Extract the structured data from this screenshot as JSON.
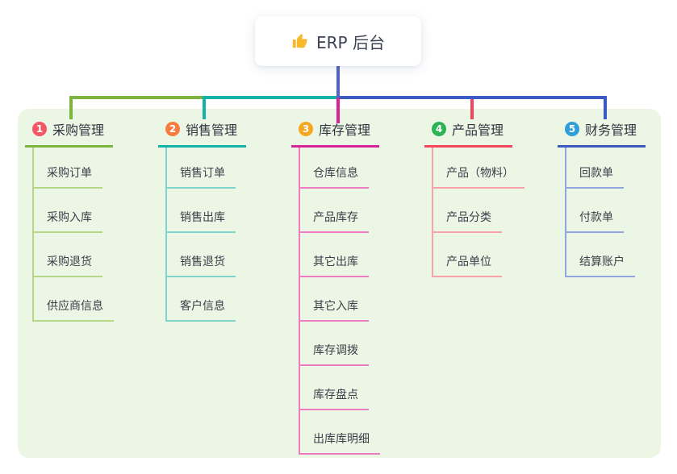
{
  "root": {
    "label": "ERP 后台",
    "icon": "thumbs-up-icon",
    "icon_color": "#f6b92b",
    "drop_line_color": "#5163c9"
  },
  "panel": {
    "background": "#ecf6e5"
  },
  "branches": [
    {
      "index": "1",
      "title": "采购管理",
      "badge_color": "#f25866",
      "line_color": "#7cb43e",
      "child_line_color": "#b4d888",
      "children": [
        "采购订单",
        "采购入库",
        "采购退货",
        "供应商信息"
      ]
    },
    {
      "index": "2",
      "title": "销售管理",
      "badge_color": "#f77b3d",
      "line_color": "#13b3a9",
      "child_line_color": "#7fd4cb",
      "children": [
        "销售订单",
        "销售出库",
        "销售退货",
        "客户信息"
      ]
    },
    {
      "index": "3",
      "title": "库存管理",
      "badge_color": "#f7a823",
      "line_color": "#d9219b",
      "child_line_color": "#ef7cc0",
      "children": [
        "仓库信息",
        "产品库存",
        "其它出库",
        "其它入库",
        "库存调拨",
        "库存盘点",
        "出库库明细"
      ]
    },
    {
      "index": "4",
      "title": "产品管理",
      "badge_color": "#2eb354",
      "line_color": "#f4455f",
      "child_line_color": "#f9a2aa",
      "children": [
        "产品（物料）",
        "产品分类",
        "产品单位"
      ]
    },
    {
      "index": "5",
      "title": "财务管理",
      "badge_color": "#2e9fd9",
      "line_color": "#3a5cc2",
      "child_line_color": "#90a7dd",
      "children": [
        "回款单",
        "付款单",
        "结算账户"
      ]
    }
  ]
}
